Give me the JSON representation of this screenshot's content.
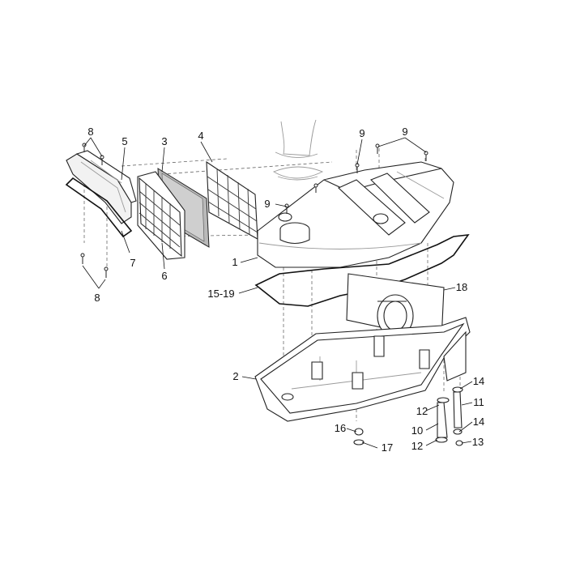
{
  "diagram": {
    "callouts": [
      {
        "id": "c1",
        "text": "1"
      },
      {
        "id": "c2",
        "text": "2"
      },
      {
        "id": "c3",
        "text": "3"
      },
      {
        "id": "c4",
        "text": "4"
      },
      {
        "id": "c5",
        "text": "5"
      },
      {
        "id": "c6",
        "text": "6"
      },
      {
        "id": "c7",
        "text": "7"
      },
      {
        "id": "c8a",
        "text": "8"
      },
      {
        "id": "c8b",
        "text": "8"
      },
      {
        "id": "c9a",
        "text": "9"
      },
      {
        "id": "c9b",
        "text": "9"
      },
      {
        "id": "c9c",
        "text": "9"
      },
      {
        "id": "c10",
        "text": "10"
      },
      {
        "id": "c11",
        "text": "11"
      },
      {
        "id": "c12a",
        "text": "12"
      },
      {
        "id": "c12b",
        "text": "12"
      },
      {
        "id": "c13",
        "text": "13"
      },
      {
        "id": "c14a",
        "text": "14"
      },
      {
        "id": "c14b",
        "text": "14"
      },
      {
        "id": "c15",
        "text": "15-19"
      },
      {
        "id": "c16",
        "text": "16"
      },
      {
        "id": "c17",
        "text": "17"
      },
      {
        "id": "c18",
        "text": "18"
      }
    ]
  }
}
